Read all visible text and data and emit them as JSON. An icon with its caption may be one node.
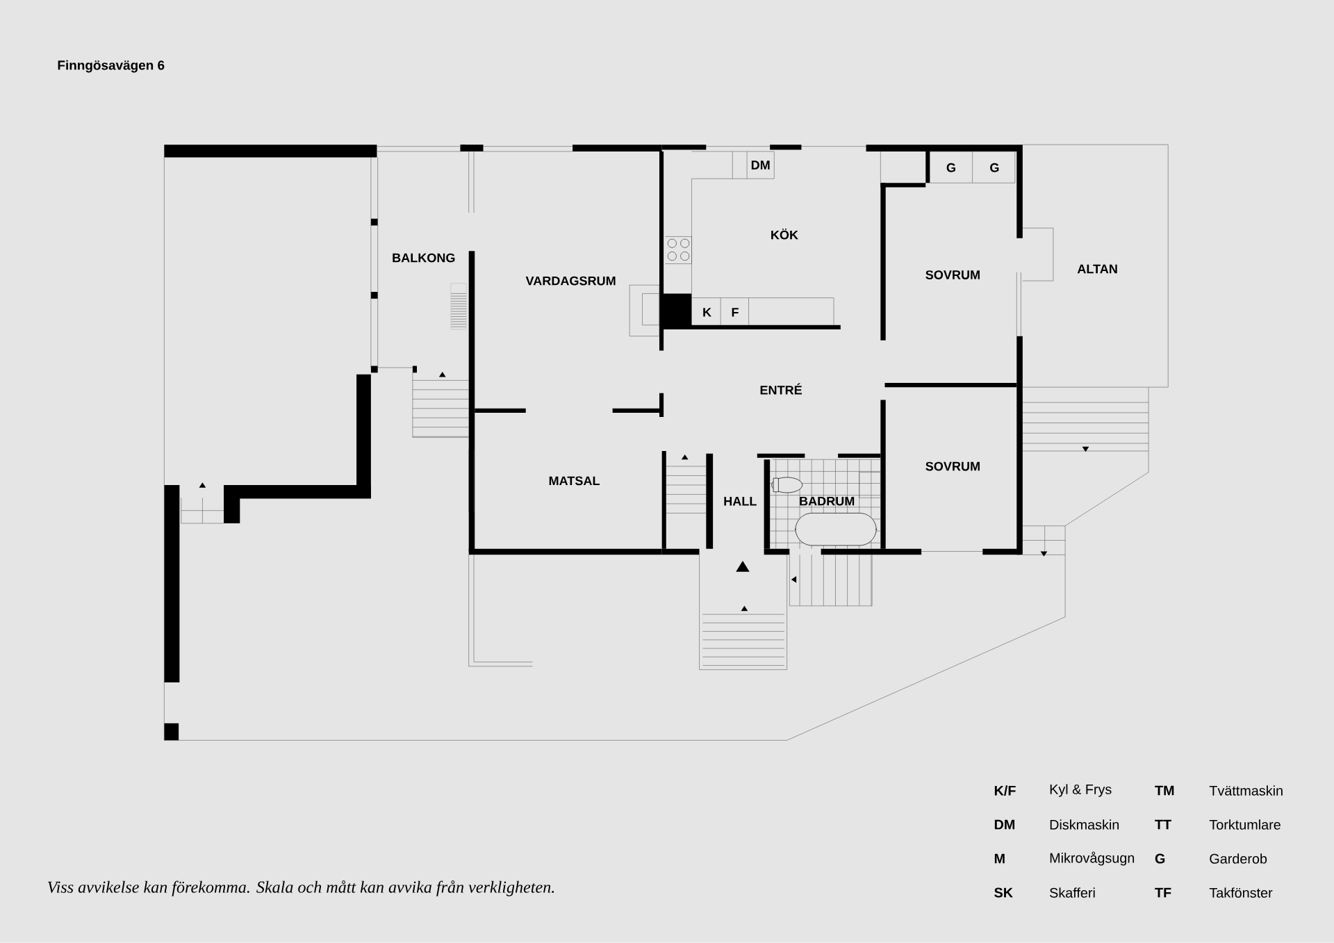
{
  "diagram": {
    "title": "Finngösavägen 6",
    "caption": "Viss avvikelse kan förekomma. Skala och mått kan avvika från verkligheten.",
    "labels": [
      "DM",
      "G",
      "G",
      "KÖK",
      "BALKONG",
      "ALTAN",
      "SOVRUM",
      "VARDAGSRUM",
      "K",
      "F",
      "ENTRÉ",
      "SOVRUM",
      "MATSAL",
      "HALL",
      "BADRUM",
      "K/F",
      "Kyl & Frys",
      "TM",
      "Tvättmaskin",
      "DM",
      "Diskmaskin",
      "TT",
      "Torktumlare",
      "M",
      "Mikrovågsugn",
      "G",
      "Garderob",
      "SK",
      "Skafferi",
      "TF",
      "Takfönster"
    ]
  }
}
